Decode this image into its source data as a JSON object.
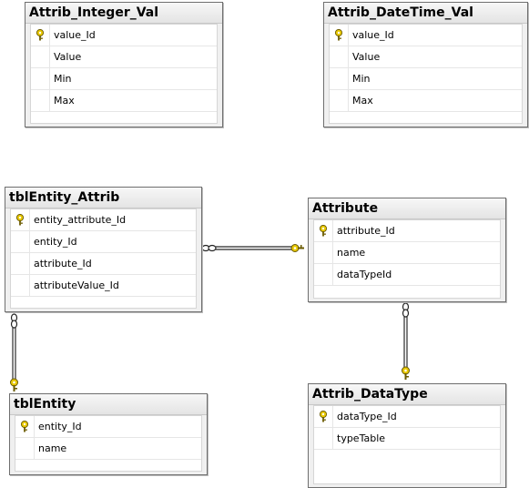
{
  "tables": {
    "attrib_integer_val": {
      "title": "Attrib_Integer_Val",
      "columns": [
        {
          "name": "value_Id",
          "primary_key": true
        },
        {
          "name": "Value",
          "primary_key": false
        },
        {
          "name": "Min",
          "primary_key": false
        },
        {
          "name": "Max",
          "primary_key": false
        }
      ]
    },
    "attrib_datetime_val": {
      "title": "Attrib_DateTime_Val",
      "columns": [
        {
          "name": "value_Id",
          "primary_key": true
        },
        {
          "name": "Value",
          "primary_key": false
        },
        {
          "name": "Min",
          "primary_key": false
        },
        {
          "name": "Max",
          "primary_key": false
        }
      ]
    },
    "tblentity_attrib": {
      "title": "tblEntity_Attrib",
      "columns": [
        {
          "name": "entity_attribute_Id",
          "primary_key": true
        },
        {
          "name": "entity_Id",
          "primary_key": false
        },
        {
          "name": "attribute_Id",
          "primary_key": false
        },
        {
          "name": "attributeValue_Id",
          "primary_key": false
        }
      ]
    },
    "attribute": {
      "title": "Attribute",
      "columns": [
        {
          "name": "attribute_Id",
          "primary_key": true
        },
        {
          "name": "name",
          "primary_key": false
        },
        {
          "name": "dataTypeId",
          "primary_key": false
        }
      ]
    },
    "tblentity": {
      "title": "tblEntity",
      "columns": [
        {
          "name": "entity_Id",
          "primary_key": true
        },
        {
          "name": "name",
          "primary_key": false
        }
      ]
    },
    "attrib_datatype": {
      "title": "Attrib_DataType",
      "columns": [
        {
          "name": "dataType_Id",
          "primary_key": true
        },
        {
          "name": "typeTable",
          "primary_key": false
        }
      ]
    }
  },
  "relationships": [
    {
      "from": "tblEntity_Attrib",
      "to": "Attribute",
      "many_end": "tblEntity_Attrib",
      "one_end": "Attribute"
    },
    {
      "from": "tblEntity_Attrib",
      "to": "tblEntity",
      "many_end": "tblEntity_Attrib",
      "one_end": "tblEntity"
    },
    {
      "from": "Attribute",
      "to": "Attrib_DataType",
      "many_end": "Attribute",
      "one_end": "Attrib_DataType"
    }
  ],
  "colors": {
    "key_icon": "#e8c800",
    "connector": "#4a4a4a",
    "table_border": "#6f6f6f"
  }
}
